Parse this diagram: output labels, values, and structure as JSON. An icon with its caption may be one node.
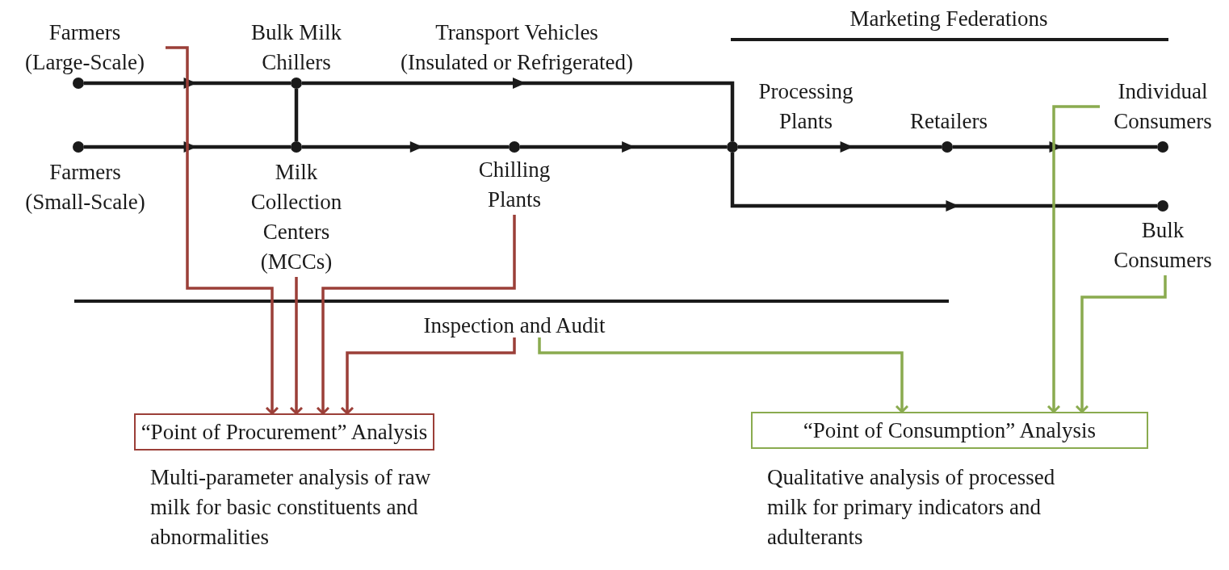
{
  "diagram": {
    "nodes": [
      {
        "text": [
          "Farmers (Large-Scale)"
        ]
      },
      {
        "text": [],
        "shape": "circle"
      },
      {
        "text": [
          "Bulk Milk Chillers"
        ]
      },
      {
        "text": [],
        "shape": "circle"
      },
      {
        "text": [
          "Farmers (Small-Scale)"
        ]
      },
      {
        "text": [],
        "shape": "circle"
      },
      {
        "text": [],
        "shape": "circle"
      },
      {
        "text": [
          "Milk Collection Centers (MCCs)"
        ]
      },
      {
        "text": [],
        "shape": "circle"
      },
      {
        "text": [
          "Chilling Plants"
        ]
      },
      {
        "text": [],
        "shape": "circle"
      },
      {
        "text": [
          "Processing Plants"
        ]
      },
      {
        "text": [],
        "shape": "circle"
      },
      {
        "text": [
          "Retailers"
        ]
      },
      {
        "text": [],
        "shape": "circle"
      },
      {
        "text": [
          "Individual Consumers"
        ]
      },
      {
        "text": [],
        "shape": "circle"
      },
      {
        "text": [
          "Bulk Consumers"
        ]
      },
      {
        "text": [
          "Inspection and Audit"
        ]
      },
      {
        "text": [
          "“Point of Procurement” Analysis"
        ],
        "beside": [
          "Multi-parameter analysis of raw milk for basic constituents and abnormalities"
        ]
      },
      {
        "text": [
          "“Point of Consumption” Analysis"
        ],
        "beside": [
          "Qualitative analysis of processed milk for primary indicators and adulterants"
        ]
      }
    ],
    "edges": [
      {
        "from": 1,
        "to": 3,
        "arrow": "to"
      },
      {
        "from": 3,
        "to": 10,
        "arrow": "to",
        "label": "Transport Vehicles (Insulated or Refrigerated)"
      },
      {
        "from": 3,
        "to": 6,
        "arrow": "none"
      },
      {
        "from": 5,
        "to": 6,
        "arrow": "to"
      },
      {
        "from": 6,
        "to": 8,
        "arrow": "to"
      },
      {
        "from": 8,
        "to": 10,
        "arrow": "to"
      },
      {
        "from": 10,
        "to": 12,
        "arrow": "to"
      },
      {
        "from": 12,
        "to": 14,
        "arrow": "to"
      },
      {
        "from": 10,
        "to": 16,
        "arrow": "to"
      },
      {
        "from": 0,
        "to": 19,
        "arrow": "to",
        "color": "#9b3f38"
      },
      {
        "from": 7,
        "to": 19,
        "arrow": "to",
        "color": "#9b3f38"
      },
      {
        "from": 9,
        "to": 19,
        "arrow": "to",
        "color": "#9b3f38"
      },
      {
        "from": 18,
        "to": 19,
        "arrow": "to",
        "color": "#9b3f38"
      },
      {
        "from": 18,
        "to": 20,
        "arrow": "to",
        "color": "#8aab4f"
      },
      {
        "from": 15,
        "to": 20,
        "arrow": "to",
        "color": "#8aab4f"
      },
      {
        "from": 17,
        "to": 20,
        "arrow": "to",
        "color": "#8aab4f"
      }
    ],
    "labels": [
      "Marketing Federations"
    ]
  }
}
